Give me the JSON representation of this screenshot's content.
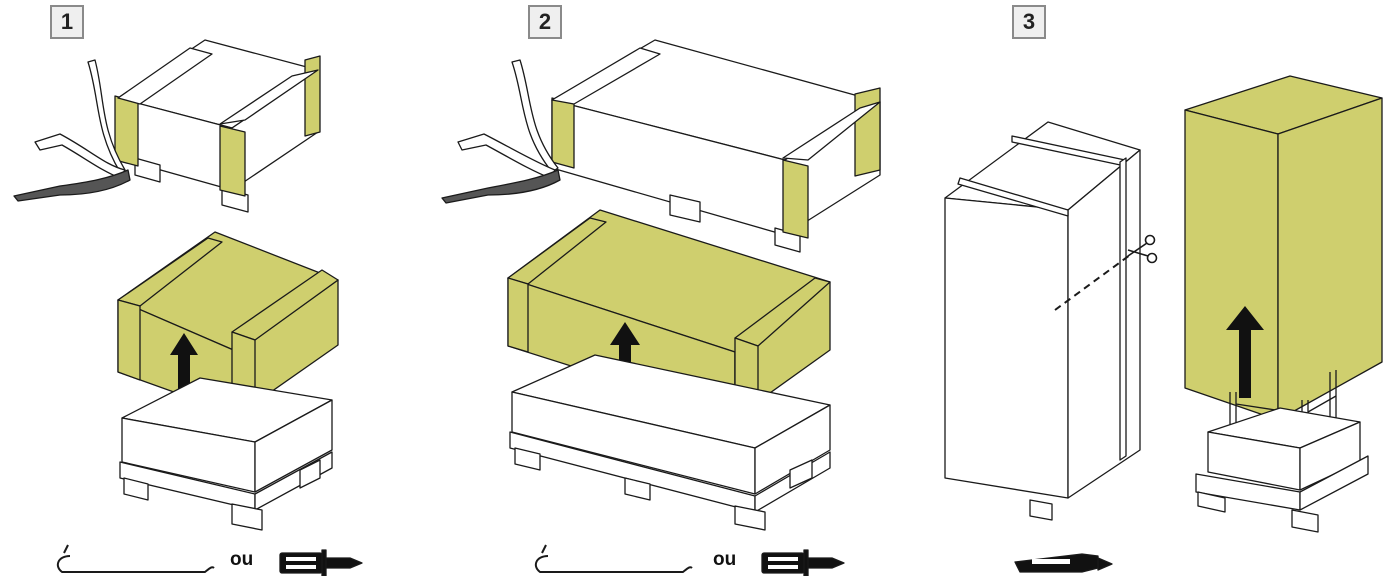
{
  "steps": [
    {
      "number": "1",
      "tools_connector": "ou",
      "tools": [
        "crowbar-icon",
        "screwdriver-icon"
      ]
    },
    {
      "number": "2",
      "tools_connector": "ou",
      "tools": [
        "crowbar-icon",
        "screwdriver-icon"
      ]
    },
    {
      "number": "3",
      "tools": [
        "utility-knife-icon"
      ]
    }
  ],
  "colors": {
    "panel": "#cfcf6e",
    "outline": "#1a1a1a",
    "white": "#ffffff",
    "badge_border": "#8a8a8a"
  }
}
